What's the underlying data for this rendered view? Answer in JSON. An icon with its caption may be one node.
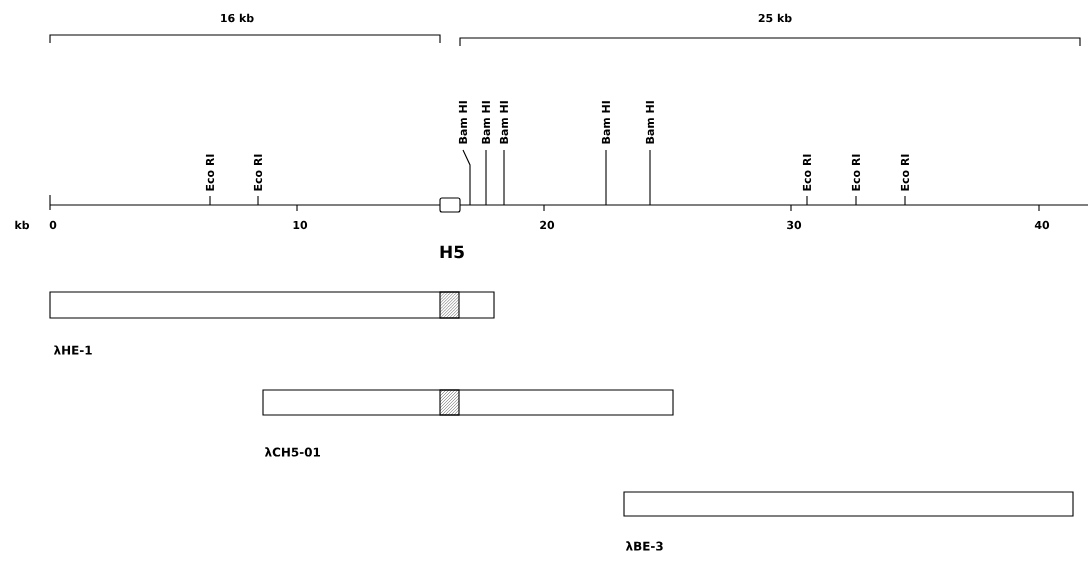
{
  "diagram": {
    "nodes": [
      {
        "text": [],
        "shape": "box",
        "beside": [
          "H5"
        ]
      },
      {
        "text": [],
        "shape": "bar",
        "beside": [
          "λHE-1"
        ]
      },
      {
        "text": [],
        "shape": "bar",
        "beside": [
          "λCH5-01"
        ]
      },
      {
        "text": [],
        "shape": "bar",
        "beside": [
          "λBE-3"
        ]
      }
    ],
    "labels": [
      "16 kb",
      "25 kb",
      "Eco RI",
      "Eco RI",
      "Bam HI",
      "Bam HI",
      "Bam HI",
      "Bam HI",
      "Bam HI",
      "Eco RI",
      "Eco RI",
      "Eco RI",
      "kb",
      "0",
      "10",
      "20",
      "30",
      "40"
    ]
  }
}
